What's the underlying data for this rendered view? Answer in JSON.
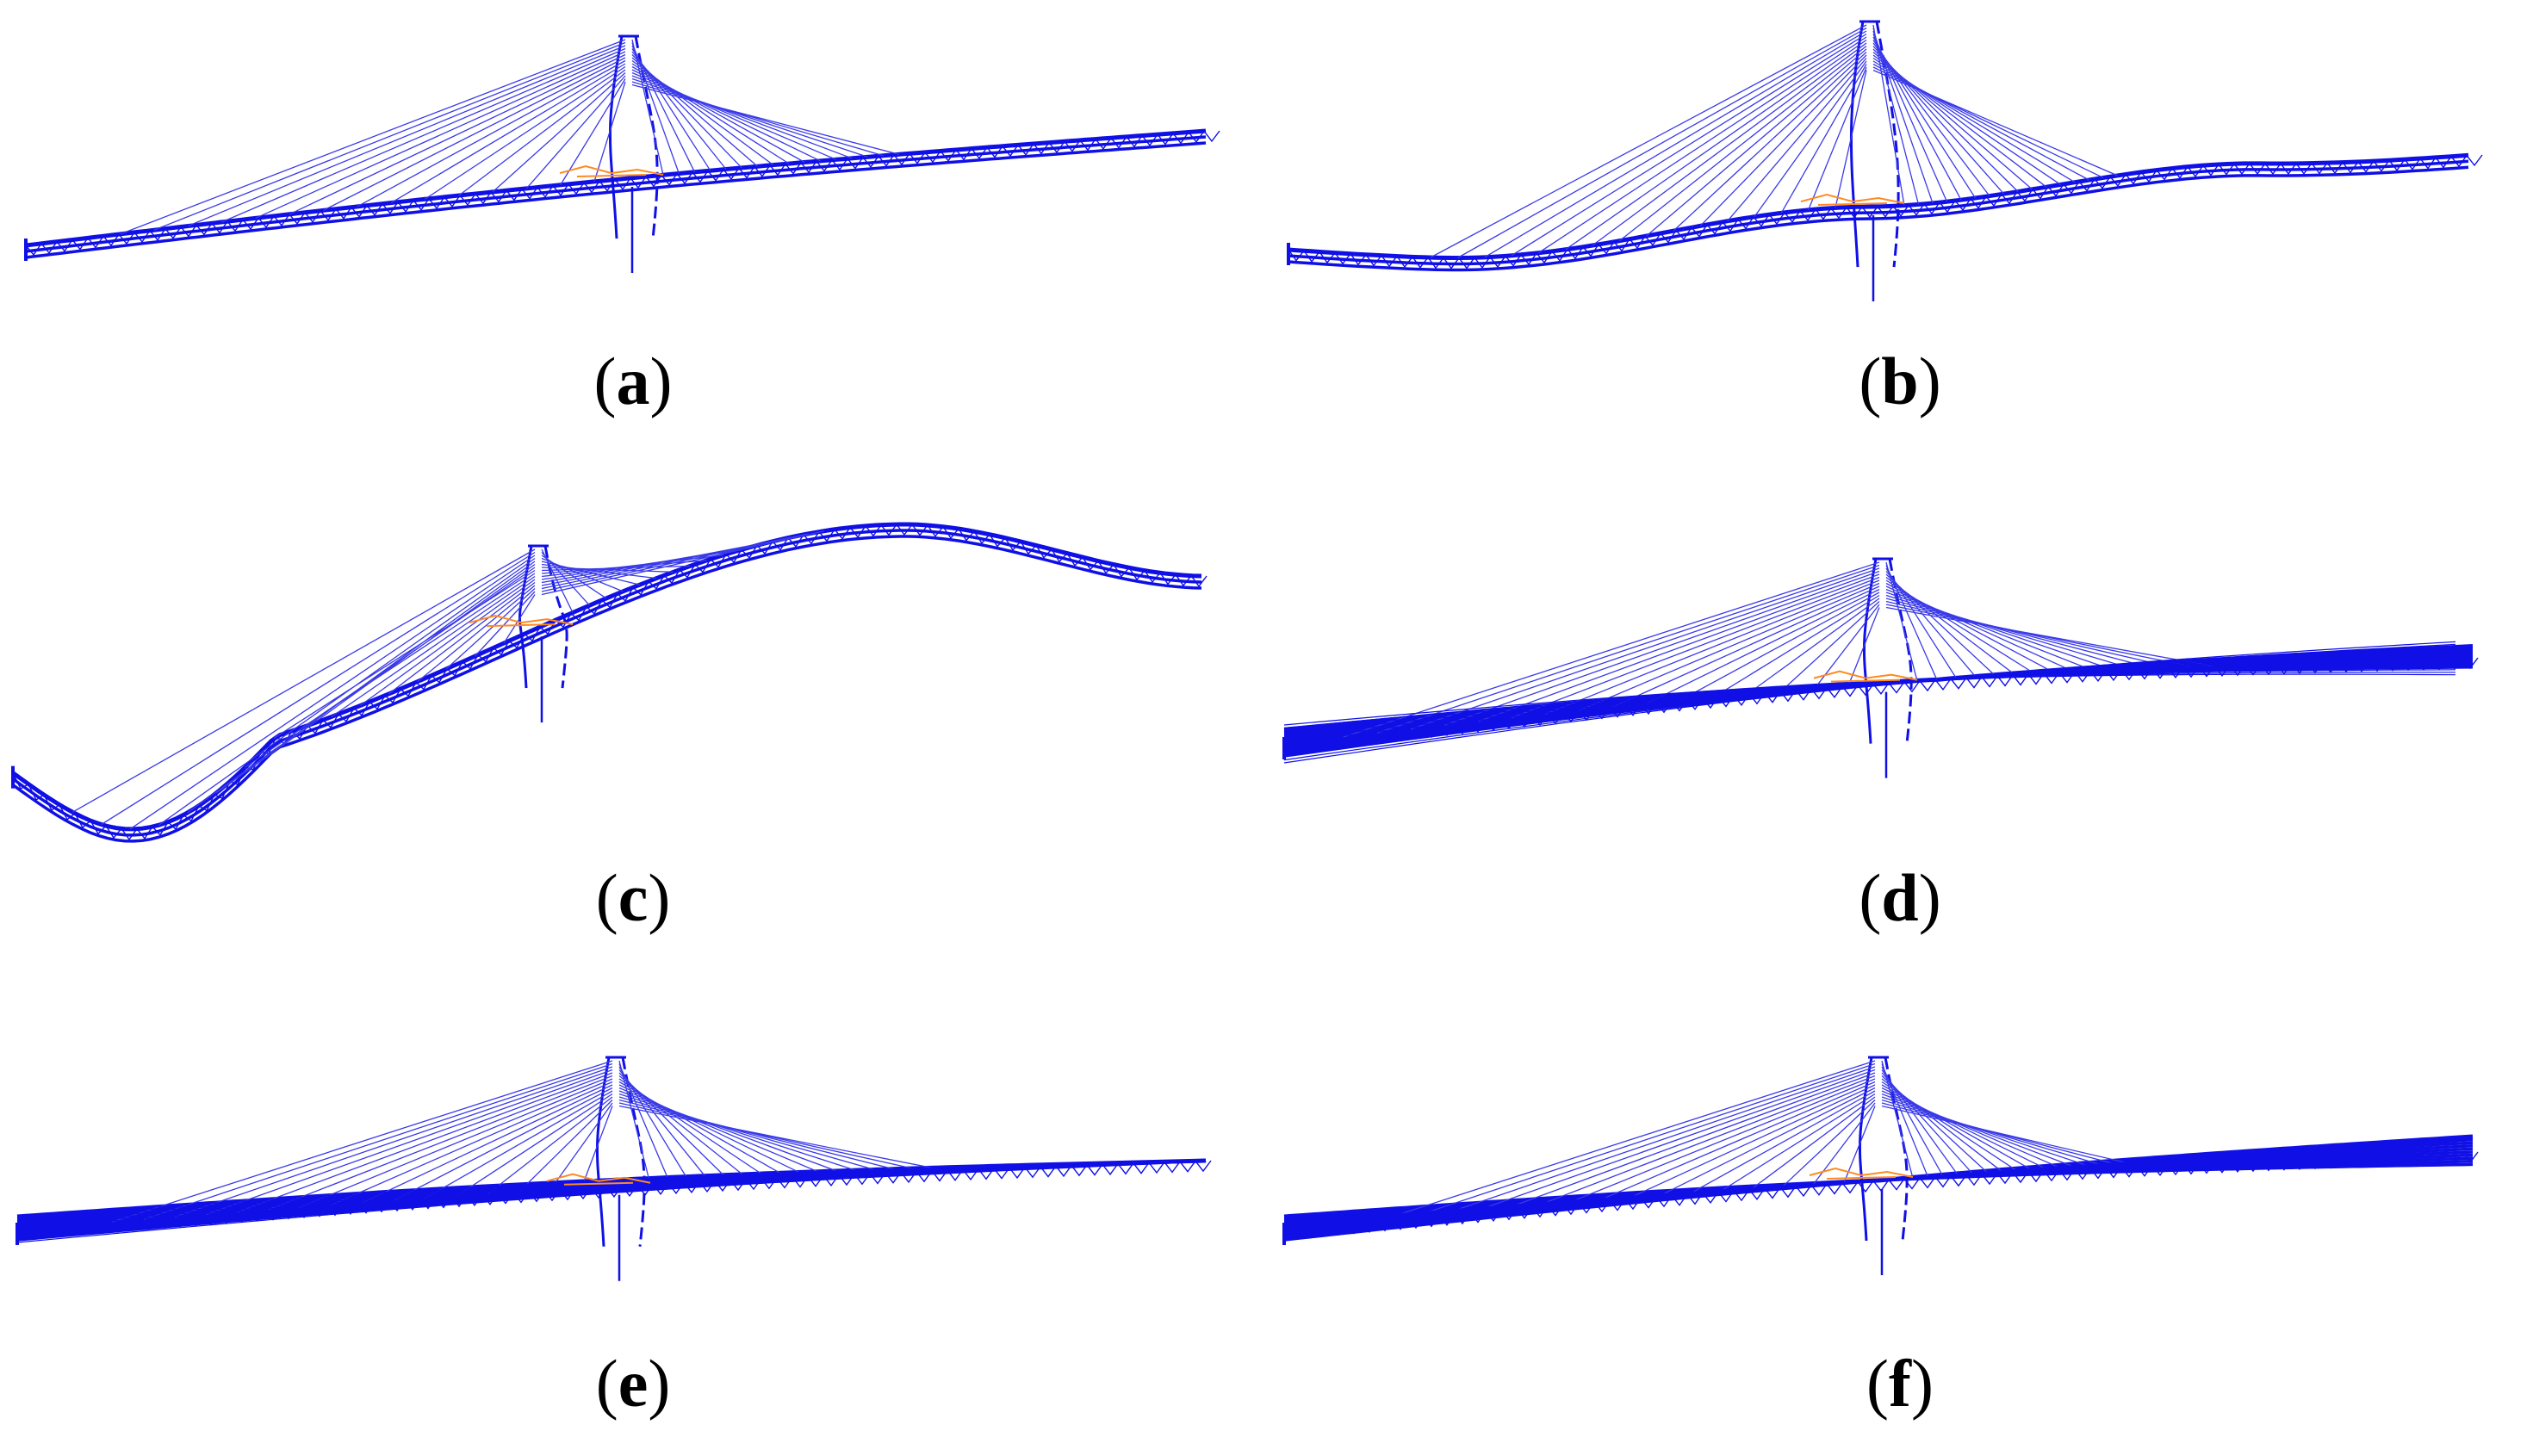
{
  "figure": {
    "colors": {
      "structure": "#1010e6",
      "cable": "#3a3ae8",
      "accent": "#ff8a1e",
      "background": "#ffffff"
    },
    "panels": [
      {
        "id": "a",
        "label": "a",
        "mode": "global-tilt"
      },
      {
        "id": "b",
        "label": "b",
        "mode": "deck-wave"
      },
      {
        "id": "c",
        "label": "c",
        "mode": "large-s-curve"
      },
      {
        "id": "d",
        "label": "d",
        "mode": "torsional-fan"
      },
      {
        "id": "e",
        "label": "e",
        "mode": "left-fan"
      },
      {
        "id": "f",
        "label": "f",
        "mode": "right-fan"
      }
    ]
  }
}
